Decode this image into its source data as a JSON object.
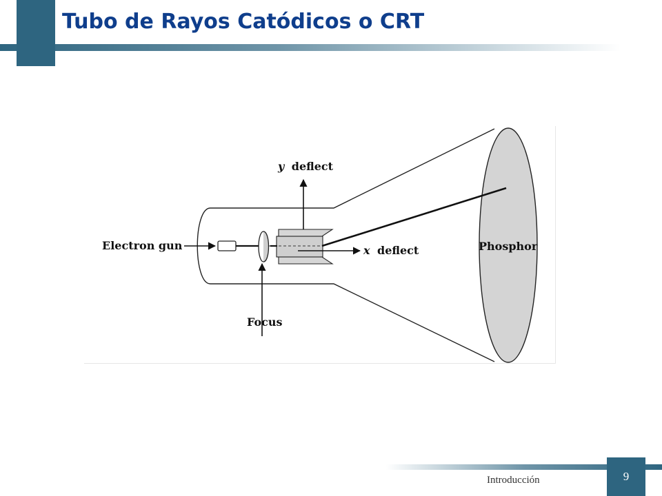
{
  "slide": {
    "title": "Tubo de Rayos Catódicos o CRT",
    "footer_label": "Introducción",
    "page_number": "9"
  },
  "diagram": {
    "labels": {
      "electron_gun": "Electron gun",
      "y_deflect_var": "y",
      "y_deflect_word": "deflect",
      "x_deflect_var": "x",
      "x_deflect_word": "deflect",
      "phosphor": "Phosphor",
      "focus": "Focus"
    }
  },
  "colors": {
    "accent": "#2e6580",
    "title_text": "#0f3e8c",
    "phosphor_fill": "#d4d4d4"
  }
}
